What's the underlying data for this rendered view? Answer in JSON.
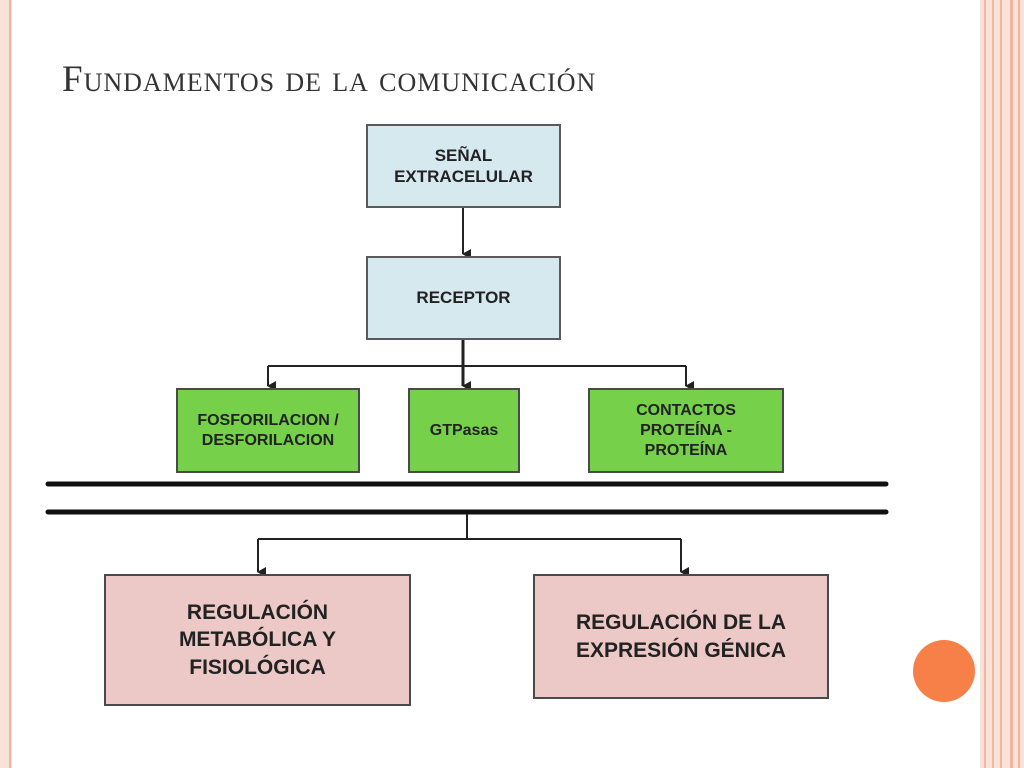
{
  "slide": {
    "title": "Fundamentos de la comunicación"
  },
  "diagram": {
    "signal": "SEÑAL\nEXTRACELULAR",
    "receptor": "RECEPTOR",
    "mechanisms": [
      "FOSFORILACION /\nDESFORILACION",
      "GTPasas",
      "CONTACTOS\nPROTEÍNA -\nPROTEÍNA"
    ],
    "outcomes": [
      "REGULACIÓN\nMETABÓLICA Y\nFISIOLÓGICA",
      "REGULACIÓN DE LA\nEXPRESIÓN GÉNICA"
    ]
  },
  "colors": {
    "node_blue": "#d6e9ef",
    "node_green": "#77d04a",
    "node_pink": "#ecc8c6",
    "accent_orange": "#f68048"
  }
}
